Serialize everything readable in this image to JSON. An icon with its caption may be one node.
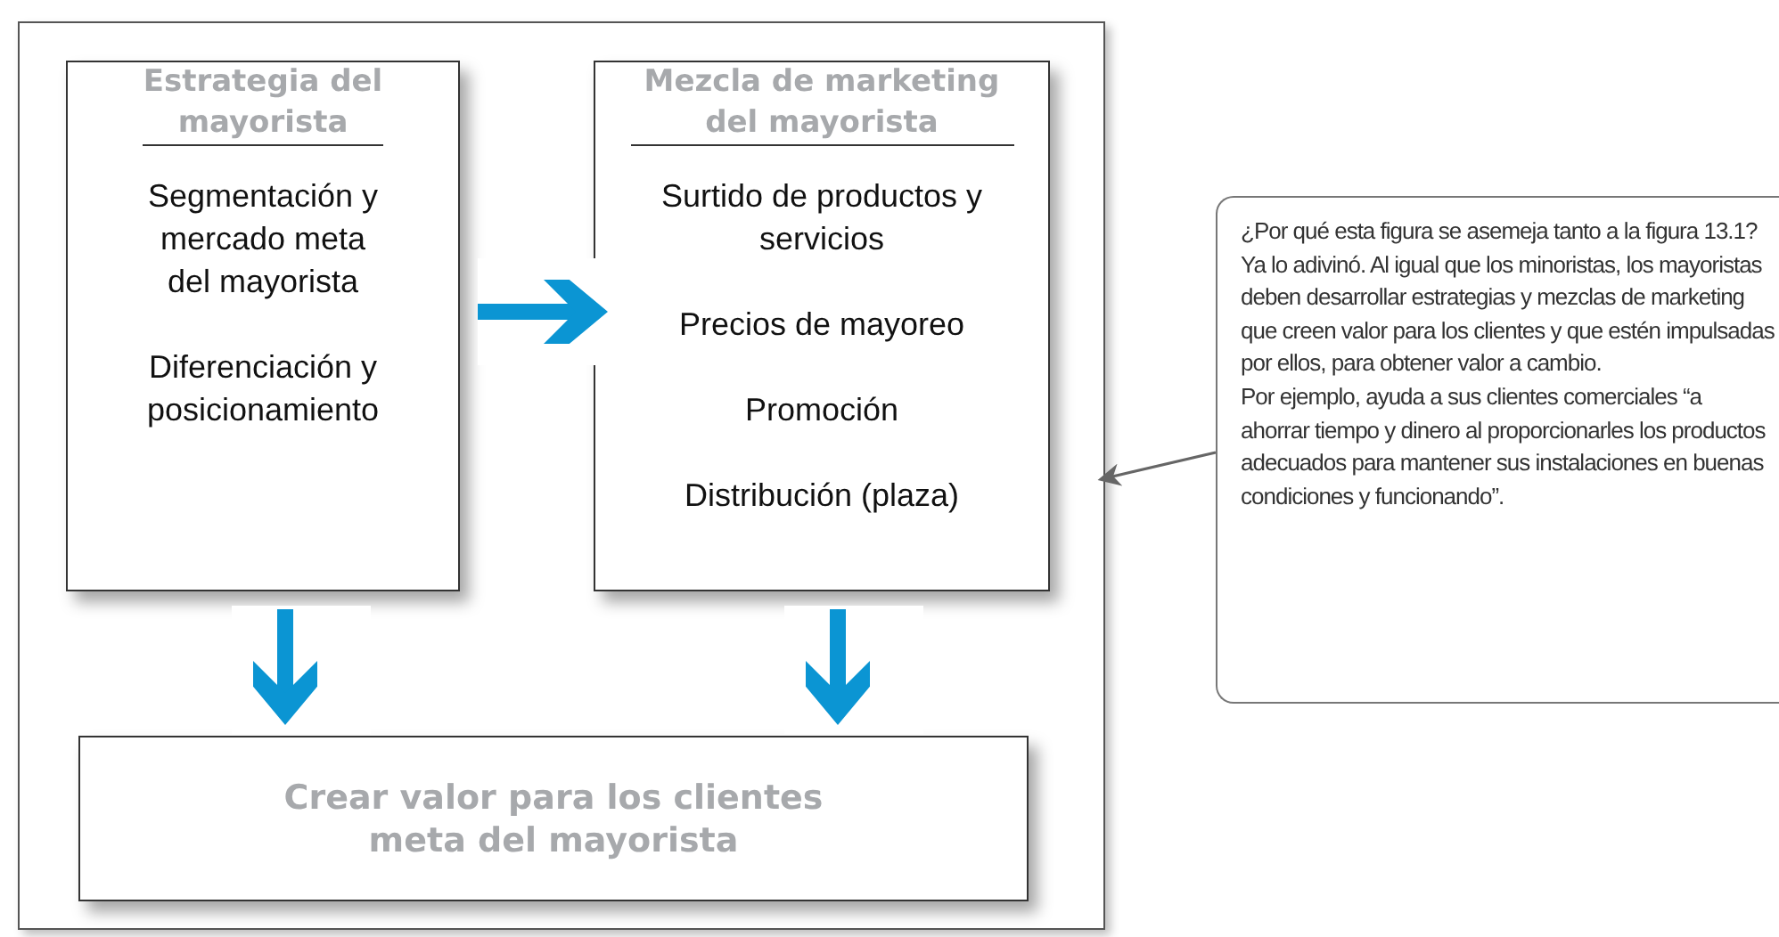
{
  "diagram": {
    "nodes": [
      {
        "text": [],
        "shape": "box"
      },
      {
        "text": [
          "Estrategia del mayorista",
          "Segmentación y mercado meta del mayorista",
          "Diferenciación y posicionamiento"
        ],
        "in": 0
      },
      {
        "text": [
          "Mezcla de marketing del mayorista",
          "Surtido de productos y servicios",
          "Precios de mayoreo",
          "Promoción",
          "Distribución (plaza)"
        ],
        "in": 0
      },
      {
        "text": [
          "Crear valor para los clientes meta del mayorista"
        ],
        "in": 0
      },
      {
        "text": [
          "¿Por qué esta figura se asemeja tanto a la figura 13.1? Ya lo adivinó. Al igual que los minoristas, los mayoristas deben desarrollar estrategias y mezclas de marketing que creen valor para los clientes y que estén impulsadas por ellos, para obtener valor a cambio.",
          "Por ejemplo, ayuda a sus clientes comerciales “a ahorrar tiempo y dinero al proporcionarles los productos adecuados para mantener sus instalaciones en buenas condiciones y funcionando”."
        ]
      }
    ],
    "edges": [
      {
        "from": 1,
        "to": 2,
        "arrow": "to"
      },
      {
        "from": 1,
        "to": 3,
        "arrow": "to"
      },
      {
        "from": 2,
        "to": 3,
        "arrow": "to"
      },
      {
        "from": 4,
        "to": 0,
        "arrow": "to",
        "color": "#666666"
      }
    ]
  }
}
